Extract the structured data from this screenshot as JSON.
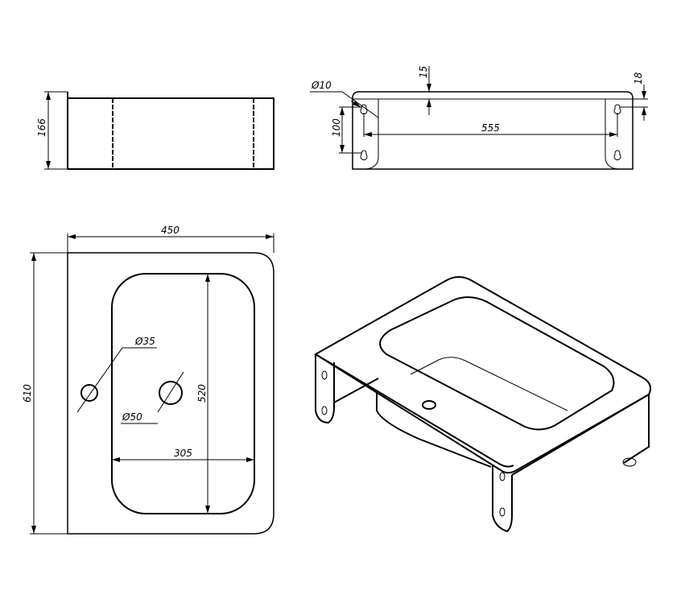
{
  "drawing": {
    "side_view": {
      "height_label": "166"
    },
    "rear_view": {
      "hole_diameter_label": "Ø10",
      "top_offset_label": "15",
      "right_offset_label": "18",
      "hole_spacing_vertical_label": "100",
      "hole_spacing_horizontal_label": "555"
    },
    "top_view": {
      "width_label": "450",
      "depth_label": "610",
      "hole_small_label": "Ø35",
      "hole_large_label": "Ø50",
      "basin_length_label": "520",
      "basin_width_label": "305"
    }
  }
}
